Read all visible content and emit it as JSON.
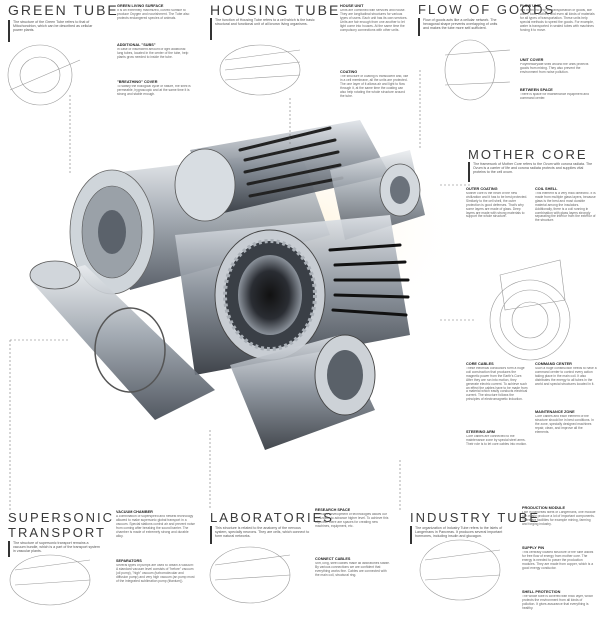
{
  "sections": {
    "green_tube": {
      "title": "GREEN TUBE",
      "body": "The structure of the Green Tube refers to that of Mitochondrion, which can be described as cellular power plants.",
      "items": [
        {
          "head": "GREEN LIVING SURFACE",
          "text": "It is an extremely maximized, curved surface to produce Oxygen and nourishment. The Tube also protects endangered species of animals."
        },
        {
          "head": "ADDITIONAL \"SUBS\"",
          "text": "In case of insufficient amount of light additional lung tubes, located in the center of the tube, help plants grow needed to inside the tube."
        },
        {
          "head": "\"BREATHING\" COVER",
          "text": "To satisfy the biological cycle of nature, the shell is permeable, hygroscopic and at the same time it is strong and stable enough."
        }
      ]
    },
    "housing_tube": {
      "title": "HOUSING TUBE",
      "body": "The function of Housing Tube refers to a cell which is the basic structural and functional unit of all known living organisms.",
      "items": [
        {
          "head": "HOUSE UNIT",
          "text": "Units are combined with services and house. They are longitudinal structures for various types of users. Each unit has its own services. Units are fair enough from one another to let light come into houses. At the same time the compulsory connections with other units."
        },
        {
          "head": "COATING",
          "text": "The structure of coating is translucent and, like in a cell membrane, all the units are protected. The one layer of it allows air and light to flow through it, at the same time the coating can also help rotating the whole structure around the tube."
        }
      ]
    },
    "flow_of_goods": {
      "title": "FLOW OF GOODS",
      "body": "Flow of goods acts like a cellular network. The hexagonal shape prevents overlapping of units and makes the tube more self-sufficient.",
      "items": [
        {
          "head": "FLOW UNIT",
          "text": "It is intended only for transportation of goods, like water, food, clothes, and even all kinds of materials for all types of transportation. These units help special methods to speed the goods. For example, water is transported in sealed tubes with machines forcing it to move."
        },
        {
          "head": "UNIT COVER",
          "text": "Polymetacrylate shell around the units protects goods from mixing. They also prevent the environment from noise pollution."
        },
        {
          "head": "BETWEEN SPACE",
          "text": "There is space for maintenance equipment and command center."
        }
      ]
    },
    "mother_core": {
      "title": "MOTHER CORE",
      "body": "The framework of Mother Core refers to the Ovum with corona radiata. The Ovum is a carrier of life and corona radiata protects and supplies vital proteins to the cell ovum.",
      "items": [
        {
          "head": "OUTER COATING",
          "text": "Mother core is the heart of the new civilization and it has to be best protected. Similarly to the cell shell, the outer protection is good defenses. That's why some layers are made of glass. Deep layers are made with strong materials to support the whole structure."
        },
        {
          "head": "COIL SHELL",
          "text": "This element is a very thick dielectric. It is made from multiple glass layers, because glass is the best and most durable material among the insulators. Additionally, there is a coil running in combination with glass layers strongly separating the interior from the exterior of the structure."
        },
        {
          "head": "CORE CABLES",
          "text": "These electrical conductors form a huge coil construction that produces the magnetic power from the Earth's Core. After they are run into motion, they generate electric current. To achieve such an effect the cables have to be made from a material which easily conducts electrical current. The structure follows the principles of electromagnetic induction."
        },
        {
          "head": "COMMAND CENTER",
          "text": "Such a huge construction needs to have a command center to control every action taking place in the main coil. It also distributes the energy to all tubes in the world and special structures located in it."
        },
        {
          "head": "STEERING ARM",
          "text": "Core cables are connected to the maintenance zone by special steel arms. Their role is to let core cables into motion."
        },
        {
          "head": "MAINTENANCE ZONE",
          "text": "Core cables and each element of the structure should be in best conditions. In the zone, specially designed machines repair, clean, and improve all the elements."
        }
      ]
    },
    "supersonic_transport": {
      "title_line1": "SUPERSONIC",
      "title_line2": "TRANSPORT",
      "body": "The structure of supersonic transport remains a vacuum bundle, which is a part of the transport system in vascular plants.",
      "items": [
        {
          "head": "VACUUM CHAMBER",
          "text": "A combination of superspeed and newest technology allowed to make supersonic global transport in a vacuum. Special stations control air and prevent noise from coming after breaking the sound barrier. The chamber is made of extremely strong and durable alloy."
        },
        {
          "head": "SEPARATORS",
          "text": "Several types of pumps are used to obtain a vacuum: A standard vacuum level consists of \"before\" vacuum (oil pump), \"high\" vacuum (turbomolecular and diffusion pump) and very high vacuum (an pump most of the integrated sublimation pump (titanium))."
        }
      ]
    },
    "laboratories": {
      "title": "LABORATORIES",
      "body": "This structure is related to the anatomy of the nervous system, specially neurons. They are cells, which connect to form natural networks.",
      "items": [
        {
          "head": "RESEARCH SPACE",
          "text": "Constant development of technologies allows our civilization to advance higher level. To achieve this objective there are spaces for creating new machines, equipment, etc."
        },
        {
          "head": "CONNECT CABLES",
          "text": "Stiff, long, steel cables make all laboratories stable. By various connections we are confident that everything works fine. Cables are connected with the main coil, structural ring."
        }
      ]
    },
    "industry_tube": {
      "title": "INDUSTRY TUBE",
      "body": "The organization of Industry Tube refers to the Islets of Langerhans in Pancreas. It produces several important hormones, including insulin and glucagon.",
      "items": [
        {
          "head": "PRODUCTION MODULE",
          "text": "Like in pancreas islets of Langerhans, one module can easily produce a lot of important components. There are facilities for example mining, farming and forging industry."
        },
        {
          "head": "SUPPLY PIN",
          "text": "This centrally located structure of the tube allows for free flow of energy from mother core. The energy is needed to power the production modules. They are made from copper, which is a good energy conductor."
        },
        {
          "head": "SHELL PROTECTION",
          "text": "The whole tube is covered with thick layer, which protects the environment from all kinds of pollution. It gives assurance that everything is healthy."
        }
      ]
    }
  }
}
